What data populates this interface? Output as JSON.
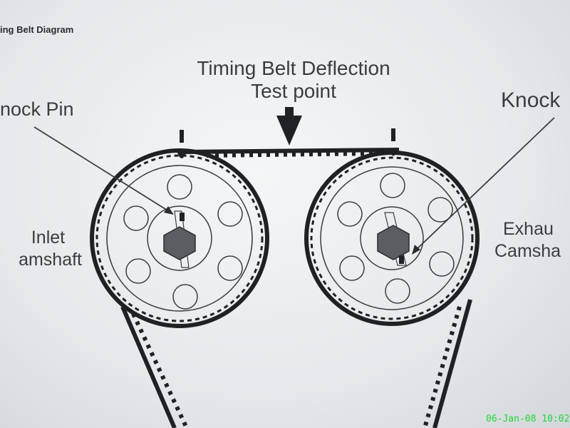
{
  "diagram": {
    "heading": "ing Belt Diagram",
    "deflection_line1": "Timing Belt Deflection",
    "deflection_line2": "Test point",
    "knock_pin_left": "nock Pin",
    "knock_pin_right": "Knock",
    "inlet_line1": "Inlet",
    "inlet_line2": "amshaft",
    "exhaust_line1": "Exhau",
    "exhaust_line2": "Camsha"
  },
  "camera": {
    "timestamp": "06-Jan-08 10:02"
  },
  "colors": {
    "ink": "#1f2124",
    "hub": "#5a5d61",
    "timestamp": "#1fd43a"
  }
}
